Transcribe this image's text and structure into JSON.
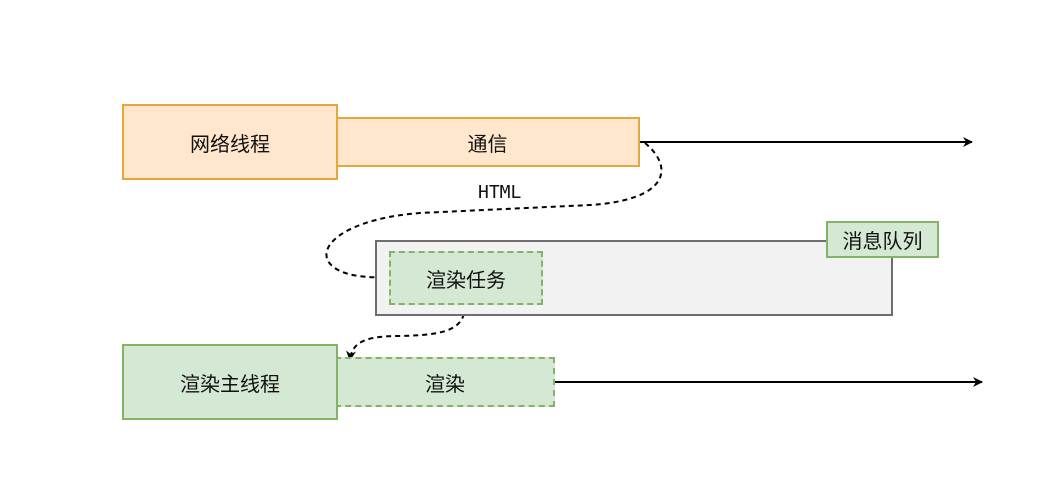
{
  "network_thread": {
    "label": "网络线程",
    "comm_label": "通信"
  },
  "payload_label": "HTML",
  "message_queue": {
    "label": "消息队列",
    "task_label": "渲染任务"
  },
  "render_main_thread": {
    "label": "渲染主线程",
    "render_label": "渲染"
  },
  "colors": {
    "orange_fill": "#ffe6cc",
    "orange_stroke": "#e3a93a",
    "green_fill": "#d5e8d4",
    "green_stroke": "#82b366",
    "queue_fill": "#f2f2f2",
    "queue_stroke": "#6e6e6e"
  }
}
